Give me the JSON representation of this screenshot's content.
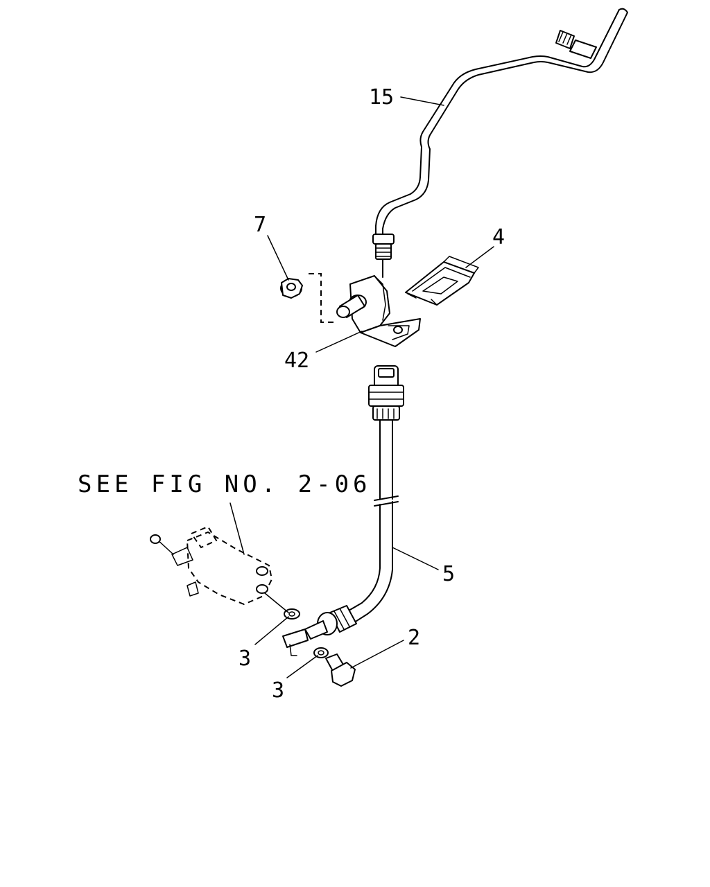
{
  "diagram": {
    "reference_note": "SEE FIG NO. 2-06",
    "callouts": [
      {
        "id": "15",
        "label": "15"
      },
      {
        "id": "7",
        "label": "7"
      },
      {
        "id": "4",
        "label": "4"
      },
      {
        "id": "42",
        "label": "42"
      },
      {
        "id": "5",
        "label": "5"
      },
      {
        "id": "2",
        "label": "2"
      },
      {
        "id": "3a",
        "label": "3"
      },
      {
        "id": "3b",
        "label": "3"
      }
    ]
  }
}
